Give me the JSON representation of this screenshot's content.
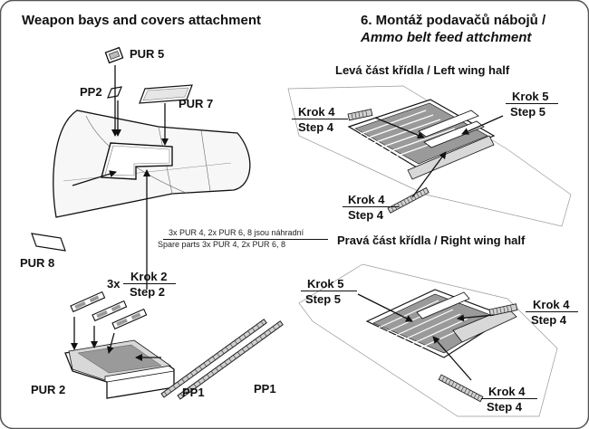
{
  "left_panel": {
    "title": "Weapon bays and covers attachment",
    "parts": {
      "pur5": "PUR 5",
      "pp2": "PP2",
      "pur7": "PUR 7",
      "pur8": "PUR 8",
      "pur2": "PUR 2",
      "pp1_a": "PP1",
      "pp1_b": "PP1"
    },
    "step": {
      "multiplier": "3x",
      "krok": "Krok 2",
      "step": "Step 2"
    },
    "spare_parts": {
      "czech": "3x PUR 4, 2x PUR 6, 8 jsou náhradní",
      "english": "Spare parts 3x PUR 4, 2x PUR 6, 8"
    }
  },
  "right_panel": {
    "title_line1": "6. Montáž podavačů nábojů /",
    "title_line2": "Ammo belt feed attchment",
    "left_wing": {
      "heading": "Levá část křídla / Left wing half",
      "callouts": [
        {
          "krok": "Krok 4",
          "step": "Step 4"
        },
        {
          "krok": "Krok 5",
          "step": "Step 5"
        },
        {
          "krok": "Krok 4",
          "step": "Step 4"
        }
      ]
    },
    "right_wing": {
      "heading": "Pravá část křídla / Right wing half",
      "callouts": [
        {
          "krok": "Krok 5",
          "step": "Step 5"
        },
        {
          "krok": "Krok 4",
          "step": "Step 4"
        },
        {
          "krok": "Krok 4",
          "step": "Step 4"
        }
      ]
    }
  },
  "colors": {
    "line": "#111111",
    "shade": "#9a9a9a",
    "light": "#d8d8d8",
    "frame": "#555555"
  }
}
